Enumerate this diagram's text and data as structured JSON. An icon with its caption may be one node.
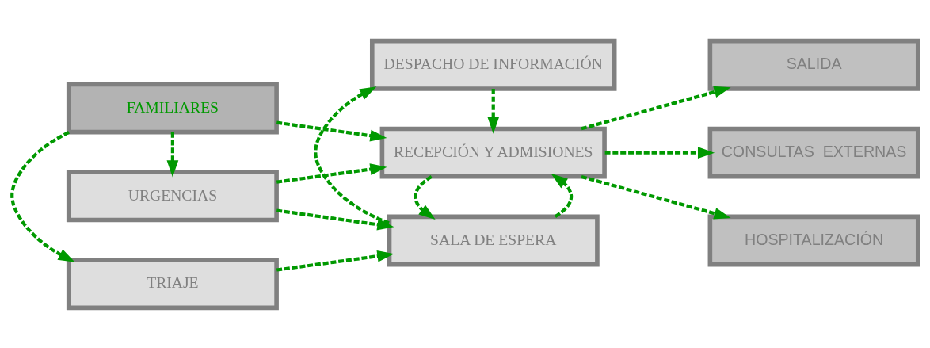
{
  "diagram": {
    "nodes": [
      {
        "text": [
          "FAMILIARES"
        ]
      },
      {
        "text": [
          "TRIAJE"
        ]
      },
      {
        "text": [
          "URGENCIAS"
        ]
      },
      {
        "text": [
          "RECEPCIÓN Y ADMISIONES"
        ]
      },
      {
        "text": [
          "SALA DE ESPERA"
        ]
      },
      {
        "text": [
          "DESPACHO DE INFORMACIÓN"
        ]
      },
      {
        "text": [
          "SALIDA"
        ]
      },
      {
        "text": [
          "CONSULTAS  EXTERNAS"
        ]
      },
      {
        "text": [
          "HOSPITALIZACIÓN"
        ]
      }
    ],
    "edges": [
      {
        "from": 0,
        "to": 3,
        "arrow": "to",
        "style": "dashed"
      },
      {
        "from": 0,
        "to": 1,
        "arrow": "to",
        "style": "dashed"
      },
      {
        "from": 0,
        "to": 2,
        "arrow": "to",
        "style": "dashed"
      },
      {
        "from": 1,
        "to": 4,
        "arrow": "to",
        "style": "dashed"
      },
      {
        "from": 2,
        "to": 3,
        "arrow": "to",
        "style": "dashed"
      },
      {
        "from": 2,
        "to": 4,
        "arrow": "to",
        "style": "dashed"
      },
      {
        "from": 5,
        "to": 3,
        "arrow": "to",
        "style": "dashed"
      },
      {
        "from": 4,
        "to": 3,
        "arrow": "to",
        "style": "dashed"
      },
      {
        "from": 3,
        "to": 4,
        "arrow": "to",
        "style": "dashed"
      },
      {
        "from": 4,
        "to": 5,
        "arrow": "to",
        "style": "dashed"
      },
      {
        "from": 3,
        "to": 6,
        "arrow": "to",
        "style": "dashed"
      },
      {
        "from": 3,
        "to": 7,
        "arrow": "to",
        "style": "dashed"
      },
      {
        "from": 3,
        "to": 8,
        "arrow": "to",
        "style": "dashed"
      }
    ]
  }
}
